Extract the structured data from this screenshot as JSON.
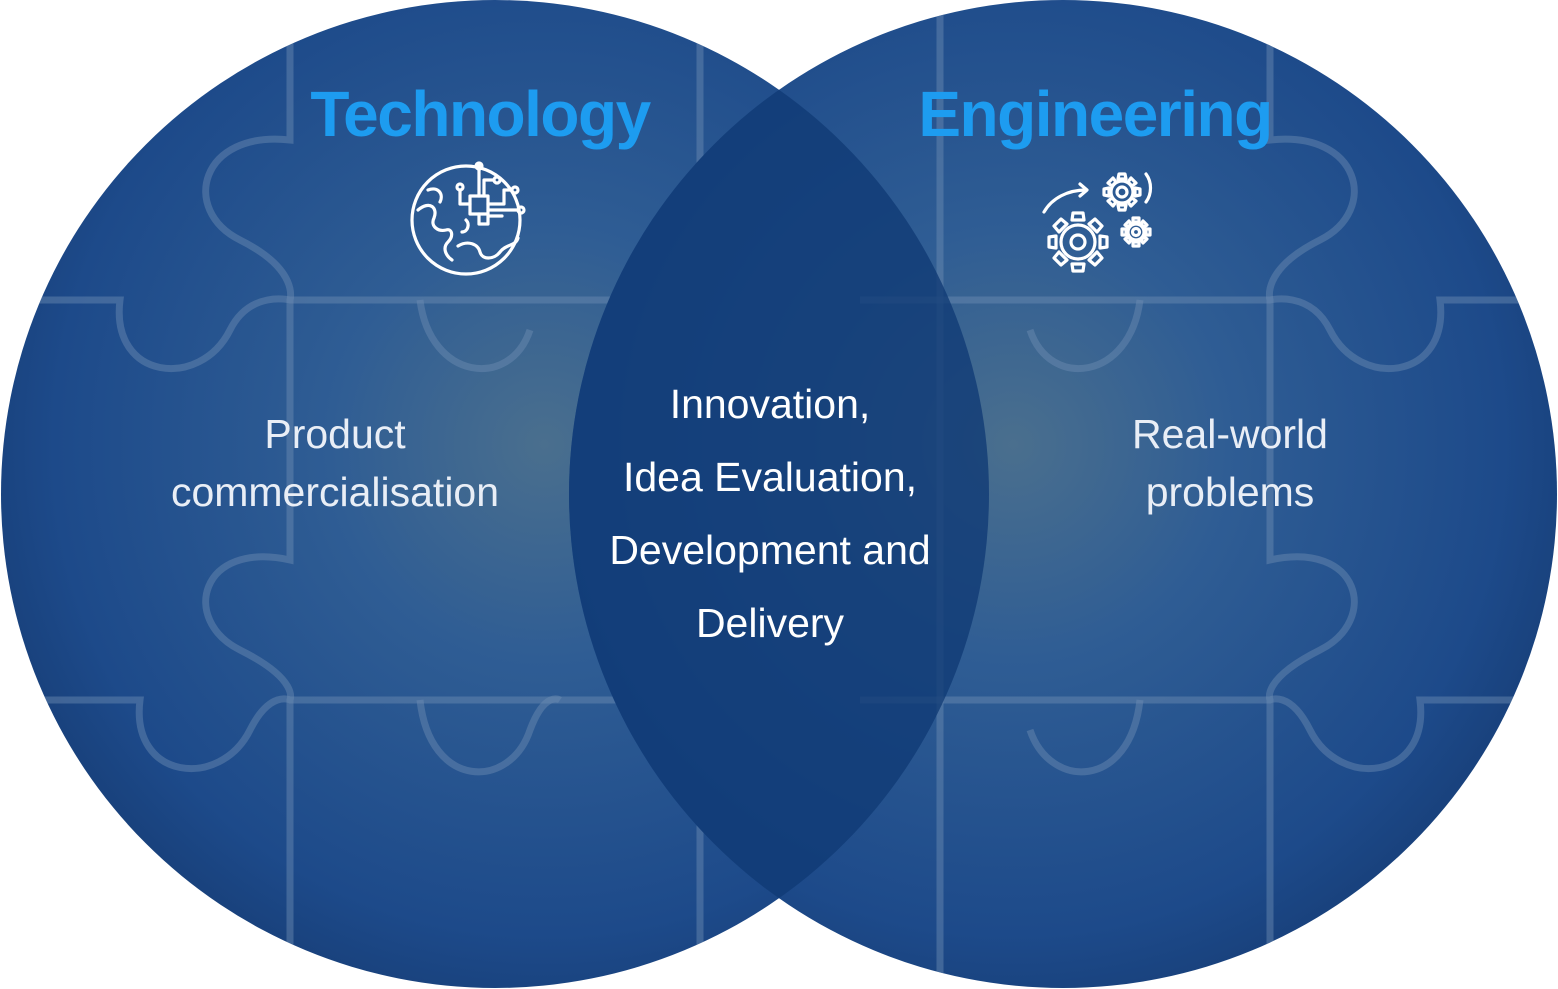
{
  "circles": {
    "left": {
      "title": "Technology",
      "icon": "digital-globe-icon",
      "body_lines": [
        "Product",
        "commercialisation"
      ]
    },
    "right": {
      "title": "Engineering",
      "icon": "gears-icon",
      "body_lines": [
        "Real-world",
        "problems"
      ]
    },
    "overlap": {
      "lines": [
        "Innovation,",
        "Idea Evaluation,",
        "Development and",
        "Delivery"
      ]
    }
  },
  "colors": {
    "circle_fill": "#1d4a8a",
    "overlap_fill": "#123a73",
    "title": "#1d9cf0",
    "text": "#ffffff"
  }
}
